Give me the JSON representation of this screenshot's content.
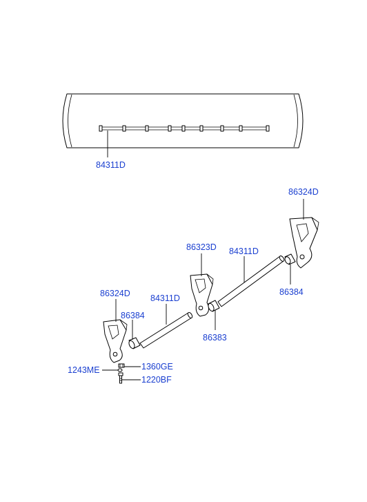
{
  "labels": {
    "rail_top": "84311D",
    "bracket_right": "86324D",
    "bracket_center": "86323D",
    "tube_right": "84311D",
    "bushing_right": "86384",
    "bracket_left": "86324D",
    "tube_left": "84311D",
    "bushing_left": "86384",
    "bushing_center": "86383",
    "fastener_1243": "1243ME",
    "fastener_1360": "1360GE",
    "fastener_1220": "1220BF"
  },
  "colors": {
    "label": "#1a3fd0",
    "line": "#000000",
    "background": "#ffffff"
  }
}
